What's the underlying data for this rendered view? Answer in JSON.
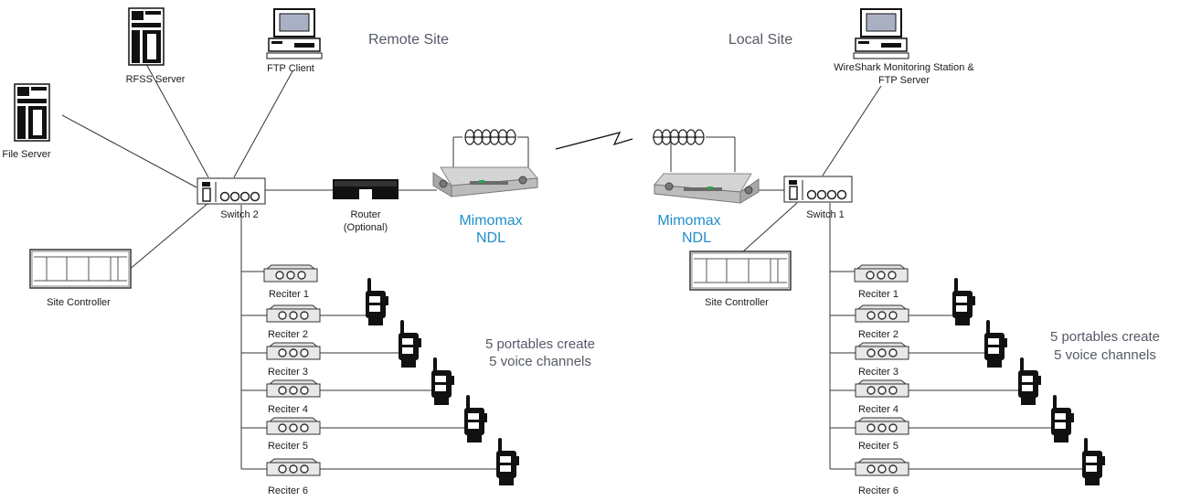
{
  "remote_site": {
    "title": "Remote Site",
    "rfss_server": "RFSS Server",
    "ftp_client": "FTP Client",
    "file_server": "File Server",
    "switch": "Switch 2",
    "router": "Router",
    "router_note": "(Optional)",
    "site_controller": "Site Controller",
    "ndl_line1": "Mimomax",
    "ndl_line2": "NDL",
    "reciters": [
      "Reciter 1",
      "Reciter 2",
      "Reciter 3",
      "Reciter 4",
      "Reciter 5",
      "Reciter 6"
    ],
    "note_line1": "5 portables create",
    "note_line2": "5 voice channels"
  },
  "local_site": {
    "title": "Local Site",
    "monitor_line1": "WireShark Monitoring Station &",
    "monitor_line2": "FTP Server",
    "switch": "Switch 1",
    "site_controller": "Site Controller",
    "ndl_line1": "Mimomax",
    "ndl_line2": "NDL",
    "reciters": [
      "Reciter 1",
      "Reciter 2",
      "Reciter 3",
      "Reciter 4",
      "Reciter 5",
      "Reciter 6"
    ],
    "note_line1": "5 portables create",
    "note_line2": "5 voice channels"
  },
  "colors": {
    "ndl_text": "#1f8fc9",
    "site_text": "#555a66",
    "device_fill": "#e6e6e6"
  }
}
